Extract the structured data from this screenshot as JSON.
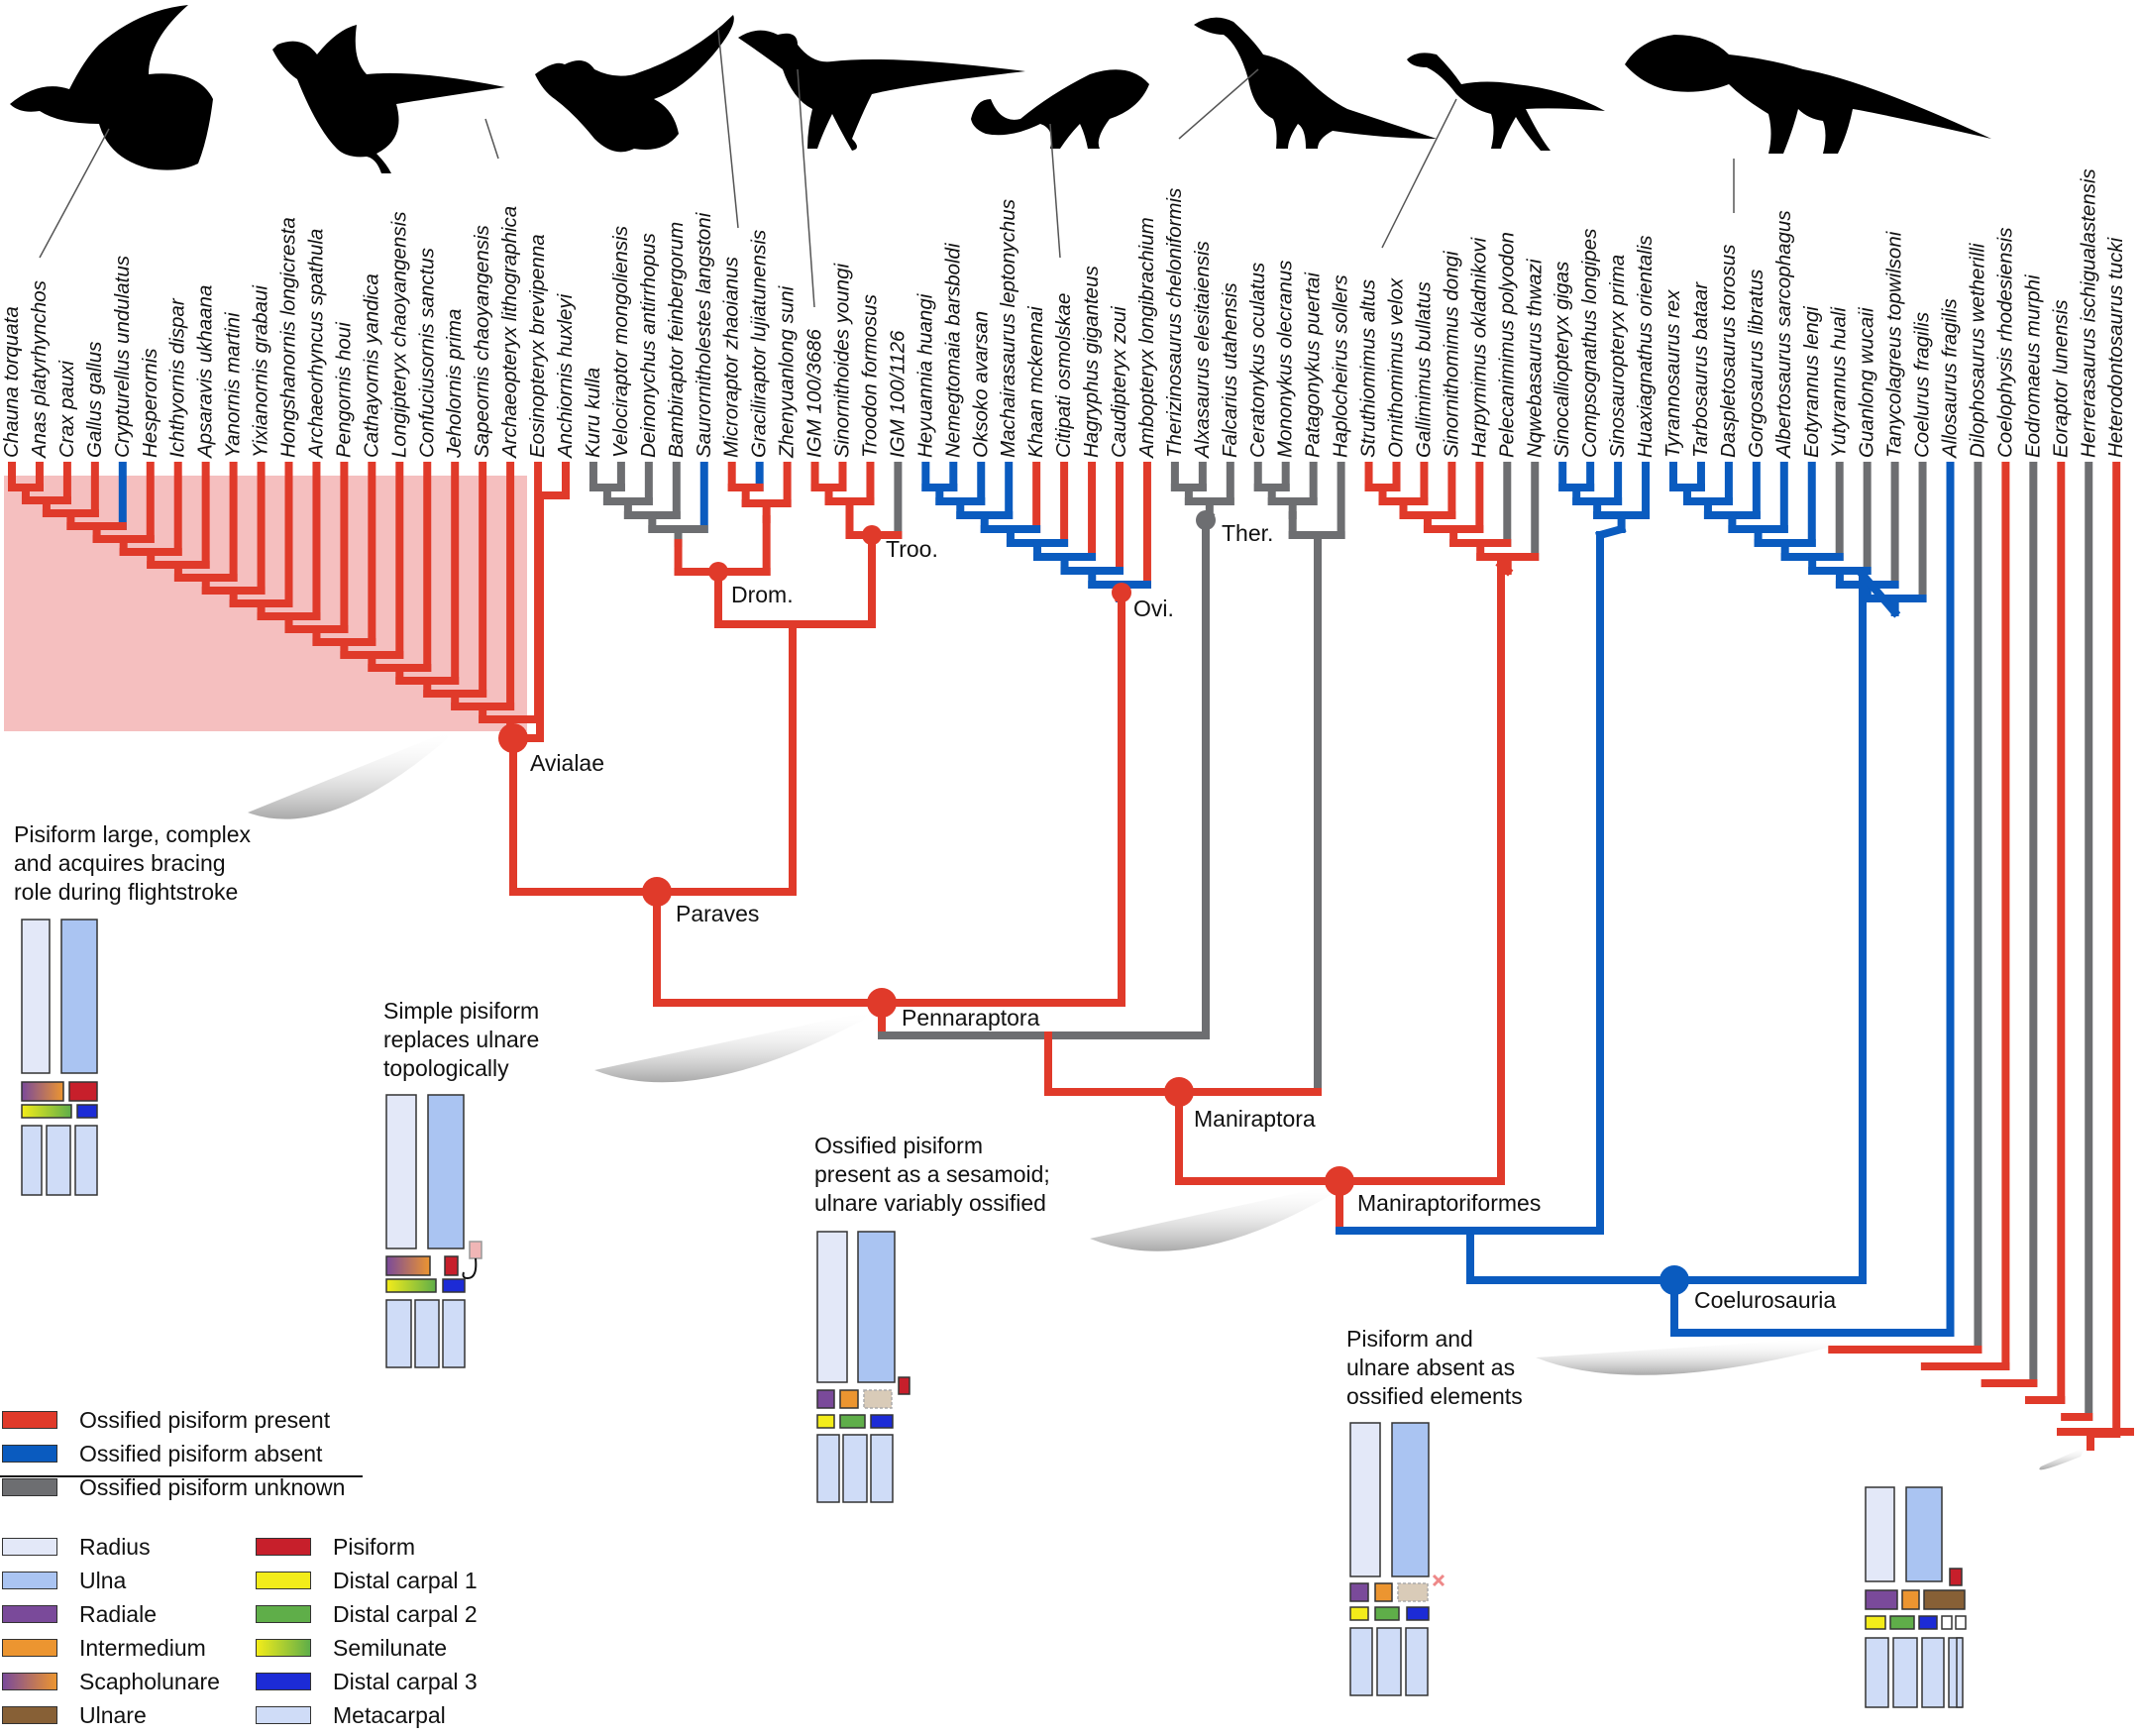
{
  "taxa": [
    "Chauna torquata",
    "Anas platyrhynchos",
    "Crax pauxi",
    "Gallus gallus",
    "Crypturellus undulatus",
    "Hesperornis",
    "Ichthyornis dispar",
    "Apsaravis ukhaana",
    "Yanornis martini",
    "Yixianornis grabaui",
    "Hongshanornis longicresta",
    "Archaeorhyncus spathula",
    "Pengornis houi",
    "Cathayornis yandica",
    "Longipteryx chaoyangensis",
    "Confuciusornis sanctus",
    "Jeholornis prima",
    "Sapeornis chaoyangensis",
    "Archaeopteryx lithographica",
    "Eosinopteryx brevipenna",
    "Anchiornis huxleyi",
    "Kuru kulla",
    "Velociraptor mongoliensis",
    "Deinonychus antirrhopus",
    "Bambiraptor feinbergorum",
    "Saurornitholestes langstoni",
    "Microraptor zhaoianus",
    "Graciliraptor lujiatunensis",
    "Zhenyuanlong suni",
    "IGM 100/3686",
    "Sinornithoides youngi",
    "Troodon formosus",
    "IGM 100/1126",
    "Heyuannia huangi",
    "Nemegtomaia barsboldi",
    "Oksoko avarsan",
    "Machairasaurus leptonychus",
    "Khaan mckennai",
    "Citipati osmolskae",
    "Hagryphus giganteus",
    "Caudipteryx zoui",
    "Ambopteryx longibrachium",
    "Therizinosaurus cheloniformis",
    "Alxasaurus elesitaiensis",
    "Falcarius utahensis",
    "Ceratonykus oculatus",
    "Mononykus olecranus",
    "Patagonykus puertai",
    "Haplocheirus sollers",
    "Struthiomimus altus",
    "Ornithomimus velox",
    "Gallimimus bullatus",
    "Sinornithomimus dongi",
    "Harpymimus okladnikovi",
    "Pelecanimimus polyodon",
    "Nqwebasaurus thwazi",
    "Sinocalliopteryx gigas",
    "Compsognathus longipes",
    "Sinosauropteryx prima",
    "Huaxiagnathus orientalis",
    "Tyrannosaurus rex",
    "Tarbosaurus bataar",
    "Daspletosaurus torosus",
    "Gorgosaurus libratus",
    "Albertosaurus sarcophagus",
    "Eotyrannus lengi",
    "Yutyrannus huali",
    "Guanlong wucaii",
    "Tanycolagreus topwilsoni",
    "Coelurus fragilis",
    "Allosaurus fragilis",
    "Dilophosaurus wetherilli",
    "Coelophysis rhodesiensis",
    "Eodromaeus murphi",
    "Eoraptor lunensis",
    "Herrerasaurus ischigualastensis",
    "Heterodontosaurus tucki"
  ],
  "nodes": {
    "avialae": "Avialae",
    "paraves": "Paraves",
    "pennaraptora": "Pennaraptora",
    "maniraptora": "Maniraptora",
    "maniraptoriformes": "Maniraptoriformes",
    "coelurosauria": "Coelurosauria",
    "drom": "Drom.",
    "troo": "Troo.",
    "ovi": "Ovi.",
    "ther": "Ther."
  },
  "notes": {
    "bird": [
      "Pisiform large, complex",
      "and acquires bracing",
      "role during flightstroke"
    ],
    "pennaraptora": [
      "Simple pisiform",
      "replaces ulnare",
      "topologically"
    ],
    "maniraptora": [
      "Ossified pisiform",
      "present as a sesamoid;",
      "ulnare variably ossified"
    ],
    "coelurosauria": [
      "Pisiform and",
      "ulnare absent as",
      "ossified elements"
    ]
  },
  "legend": {
    "states": [
      {
        "label": "Ossified pisiform present",
        "color": "#e03a2a"
      },
      {
        "label": "Ossified pisiform absent",
        "color": "#0a5bbf"
      },
      {
        "label": "Ossified pisiform unknown",
        "color": "#6d6e71"
      }
    ],
    "elements_left": [
      {
        "label": "Radius",
        "color": "#e3e8f8"
      },
      {
        "label": "Ulna",
        "color": "#aac4f2"
      },
      {
        "label": "Radiale",
        "color": "#7a4a9a"
      },
      {
        "label": "Intermedium",
        "color": "#ec9530"
      },
      {
        "label": "Scapholunare",
        "color": "gradient"
      },
      {
        "label": "Ulnare",
        "color": "#876036"
      }
    ],
    "elements_right": [
      {
        "label": "Pisiform",
        "color": "#c71f2b"
      },
      {
        "label": "Distal carpal 1",
        "color": "#f3ec1a"
      },
      {
        "label": "Distal carpal 2",
        "color": "#5fae49"
      },
      {
        "label": "Semilunate",
        "color": "gradient2"
      },
      {
        "label": "Distal carpal 3",
        "color": "#1c2bd6"
      },
      {
        "label": "Metacarpal",
        "color": "#cfdcf7"
      }
    ]
  },
  "colors": {
    "present": "#e03a2a",
    "absent": "#0a5bbf",
    "unknown": "#6d6e71",
    "shade": "#f3b4b4"
  }
}
